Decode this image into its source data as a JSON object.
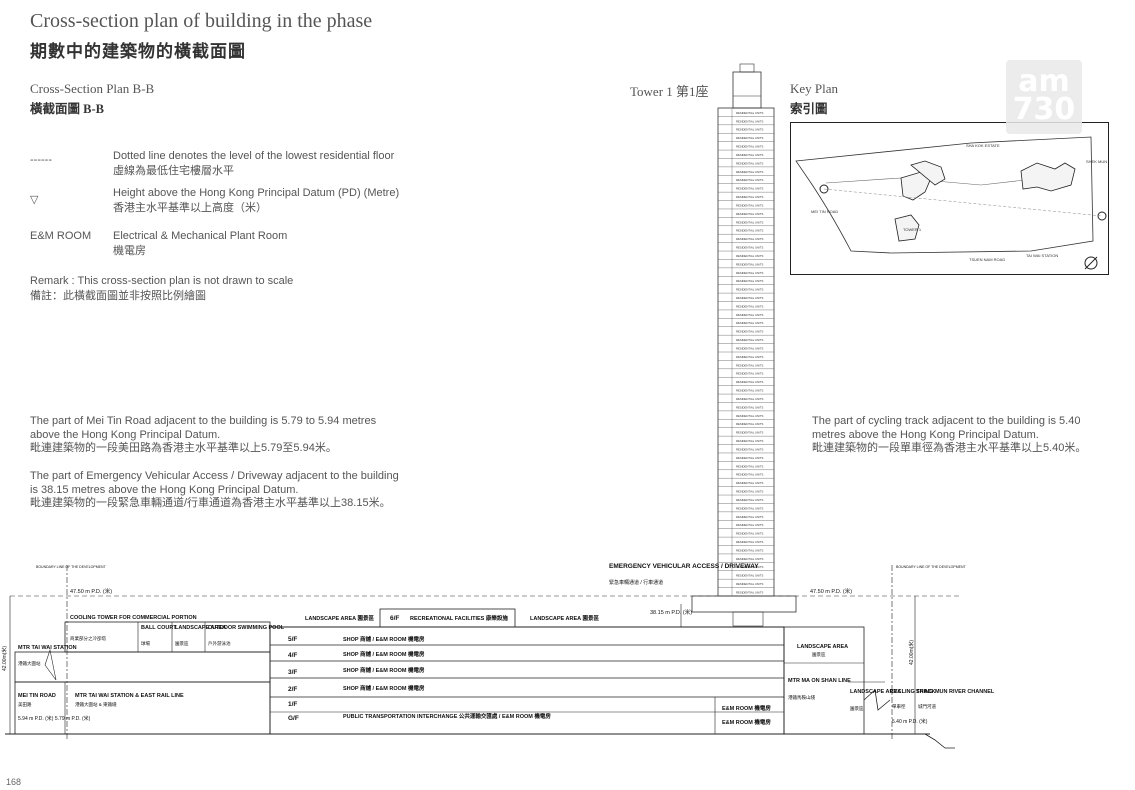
{
  "header": {
    "title_en": "Cross-section plan of building in the phase",
    "title_zh": "期數中的建築物的橫截面圖"
  },
  "plan": {
    "name_en": "Cross-Section Plan B-B",
    "name_zh": "橫截面圖 B-B",
    "tower_label": "Tower 1 第1座"
  },
  "key_plan": {
    "title_en": "Key Plan",
    "title_zh": "索引圖",
    "labels": [
      "SHA KOK ESTATE",
      "SHEK MUN",
      "TSUEN NAM ROAD",
      "TAI WAI STATION",
      "MEI TIN ROAD",
      "TOWER 1"
    ]
  },
  "legend": [
    {
      "symbol": "------",
      "text_en": "Dotted line denotes the level of the lowest residential floor",
      "text_zh": "虛線為最低住宅樓層水平"
    },
    {
      "symbol": "▽",
      "text_en": "Height above the Hong Kong Principal Datum (PD) (Metre)",
      "text_zh": "香港主水平基準以上高度（米）"
    },
    {
      "symbol": "E&M ROOM",
      "text_en": "Electrical & Mechanical Plant Room",
      "text_zh": "機電房"
    }
  ],
  "remark": {
    "en": "Remark :  This cross-section plan is not drawn to scale",
    "zh": "備註：此橫截面圖並非按照比例繪圖"
  },
  "notes": {
    "mei_tin_en": "The part of Mei Tin Road adjacent to the building is 5.79 to 5.94 metres above the Hong Kong Principal Datum.",
    "mei_tin_zh": "毗連建築物的一段美田路為香港主水平基準以上5.79至5.94米。",
    "eva_en": "The part of Emergency Vehicular Access / Driveway adjacent to the building is 38.15 metres above the Hong Kong Principal Datum.",
    "eva_zh": "毗連建築物的一段緊急車輛通道/行車通道為香港主水平基準以上38.15米。",
    "cycling_en": "The part of cycling track adjacent to the building is 5.40 metres above the Hong Kong Principal Datum.",
    "cycling_zh": "毗連建築物的一段單車徑為香港主水平基準以上5.40米。"
  },
  "section": {
    "eva_label_en": "EMERGENCY VEHICULAR ACCESS / DRIVEWAY",
    "eva_label_zh": "緊急車輛通道 / 行車通道",
    "level_left": "47.50 m P.D. (米)",
    "level_right": "47.50 m P.D. (米)",
    "eva_level": "38.15 m P.D. (米)",
    "mei_tin_level": "5.94 m P.D. (米) 5.79 m P.D. (米)",
    "cycle_level": "5.40 m P.D. (米)",
    "total_height": "42.00m(米)",
    "left_height": "42.00m(米)",
    "floors": [
      {
        "floor": "5/F",
        "use": "SHOP 商舖 / E&M ROOM 機電房"
      },
      {
        "floor": "4/F",
        "use": "SHOP 商舖 / E&M ROOM 機電房"
      },
      {
        "floor": "3/F",
        "use": "SHOP 商舖 / E&M ROOM 機電房"
      },
      {
        "floor": "2/F",
        "use": "SHOP 商舖 / E&M ROOM 機電房"
      },
      {
        "floor": "1/F",
        "use": ""
      },
      {
        "floor": "G/F",
        "use": "PUBLIC TRANSPORTATION INTERCHANGE 公共運輸交匯處 / E&M ROOM 機電房"
      }
    ],
    "podium_roof": {
      "floor": "6/F",
      "use": "RECREATIONAL FACILITIES 康樂設施",
      "landscape_l": "LANDSCAPE AREA 園景區",
      "landscape_r": "LANDSCAPE AREA 園景區"
    },
    "left_labels": {
      "cooling_tower": "COOLING TOWER FOR COMMERCIAL PORTION",
      "cooling_tower_zh": "商業部分之冷卻塔",
      "ball_court": "BALL COURT",
      "ball_court_zh": "球場",
      "landscape": "LANDSCAPE AREA",
      "landscape_zh": "園景區",
      "pool": "OUTDOOR SWIMMING POOL",
      "pool_zh": "戶外游泳池",
      "mtr_station": "MTR TAI WAI STATION",
      "mtr_station_zh": "港鐵大圍站",
      "mei_tin_road": "MEI TIN ROAD",
      "mei_tin_road_zh": "美田路",
      "rail_line": "MTR TAI WAI STATION & EAST RAIL LINE",
      "rail_line_zh": "港鐵大圍站 & 東鐵綫",
      "boundary": "BOUNDARY LINE OF THE DEVELOPMENT"
    },
    "right_labels": {
      "landscape": "LANDSCAPE AREA",
      "landscape_zh": "園景區",
      "ma_on_shan": "MTR MA ON SHAN LINE",
      "ma_on_shan_zh": "港鐵馬鞍山綫",
      "em1": "E&M ROOM 機電房",
      "em2": "E&M ROOM 機電房",
      "landscape2": "LANDSCAPE AREA",
      "landscape2_zh": "園景區",
      "cycling": "CYCLING TRACK",
      "cycling_zh": "單車徑",
      "channel": "SHING MUN RIVER CHANNEL",
      "channel_zh": "城門河道",
      "boundary": "BOUNDARY LINE OF THE DEVELOPMENT"
    },
    "tower_floor_use": "RESIDENTIAL UNITS"
  },
  "logo": {
    "text": "am 730"
  },
  "page_number": "168"
}
